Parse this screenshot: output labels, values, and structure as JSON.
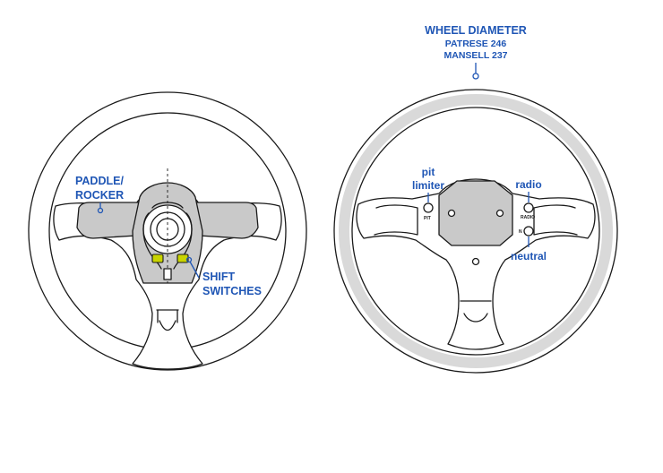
{
  "left_wheel": {
    "paddle_label": [
      "PADDLE/",
      "ROCKER"
    ],
    "shift_label": [
      "SHIFT",
      "SWITCHES"
    ]
  },
  "right_wheel": {
    "diameter_title": "WHEEL DIAMETER",
    "diameter_values": [
      "PATRESE 246",
      "MANSELL 237"
    ],
    "pit_label": [
      "pit",
      "limiter"
    ],
    "radio_label": "radio",
    "neutral_label": "neutral",
    "button_marks": {
      "pit": "PIT",
      "radio": "RADIO",
      "neutral": "N"
    }
  },
  "colors": {
    "annotation": "#1f56b5",
    "line": "#1a1a1a",
    "grip_fill": "#c9c9c9",
    "switch_fill": "#c9d400"
  }
}
